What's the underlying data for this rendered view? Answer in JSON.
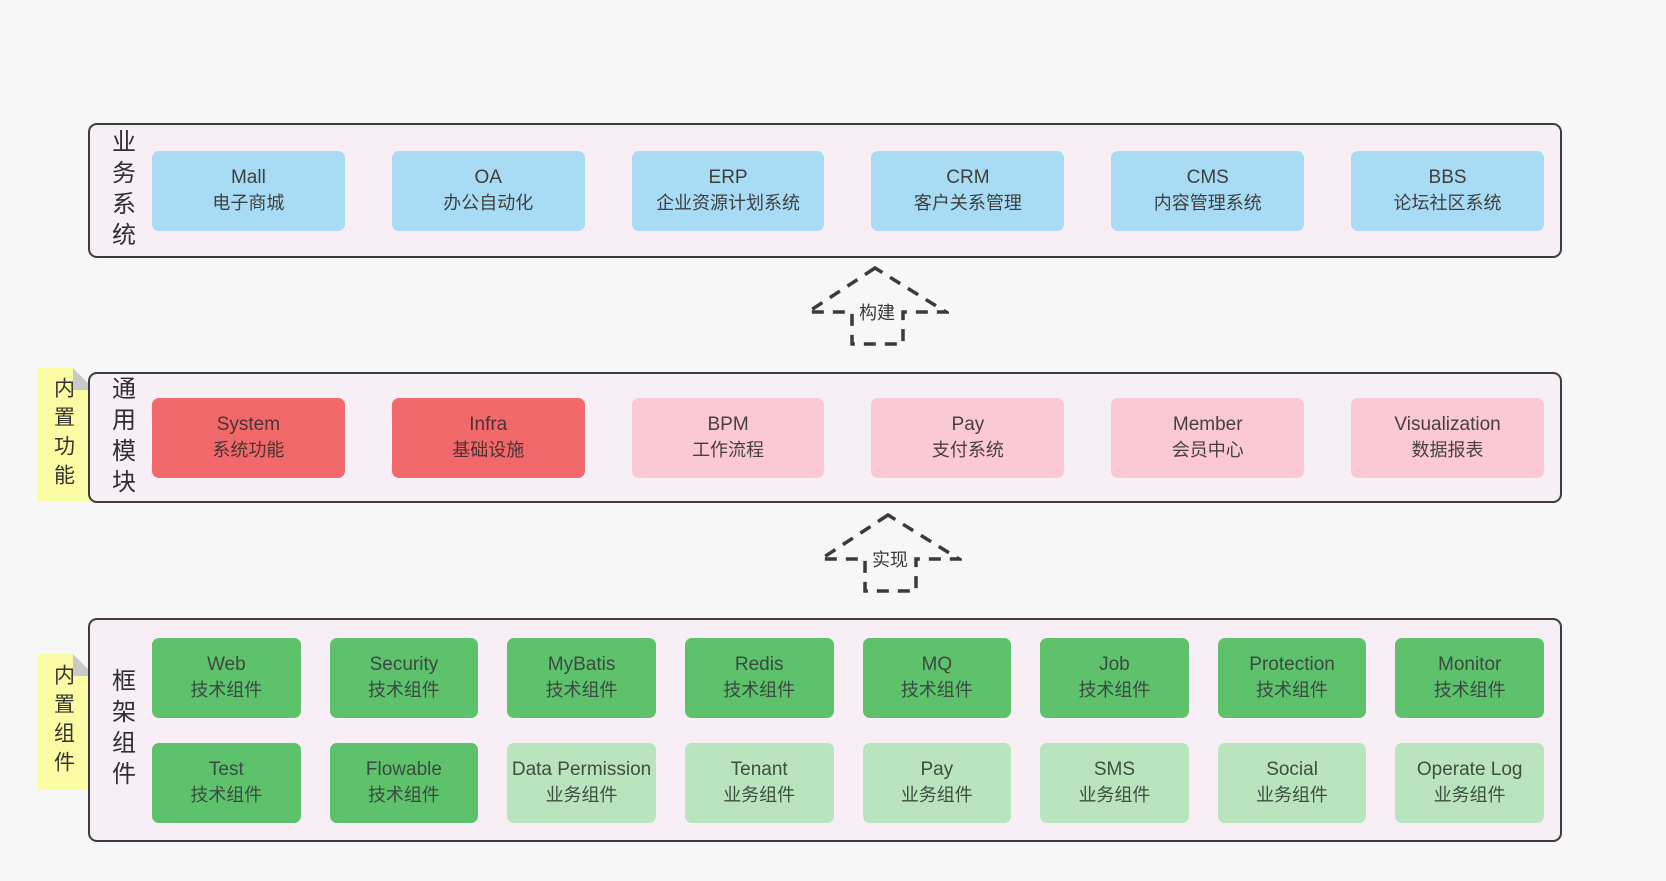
{
  "diagram": {
    "palette": {
      "blue": {
        "bg": "#a8dcf4",
        "text": "#3f3f3f"
      },
      "red": {
        "bg": "#f2696b",
        "text": "#4f3131"
      },
      "pink": {
        "bg": "#fbc9d3",
        "text": "#474040"
      },
      "green": {
        "bg": "#5ec26d",
        "text": "#3a4a3e"
      },
      "lightgreen": {
        "bg": "#bae4be",
        "text": "#3e4f42"
      }
    },
    "container_bg": "#f8eef6",
    "sticky_bg": "#fbfba3",
    "layers": [
      {
        "id": "business",
        "label": "业务系统",
        "rows": [
          [
            {
              "name": "Mall",
              "desc": "电子商城",
              "type": "blue"
            },
            {
              "name": "OA",
              "desc": "办公自动化",
              "type": "blue"
            },
            {
              "name": "ERP",
              "desc": "企业资源计划系统",
              "type": "blue"
            },
            {
              "name": "CRM",
              "desc": "客户关系管理",
              "type": "blue"
            },
            {
              "name": "CMS",
              "desc": "内容管理系统",
              "type": "blue"
            },
            {
              "name": "BBS",
              "desc": "论坛社区系统",
              "type": "blue"
            }
          ]
        ]
      },
      {
        "id": "modules",
        "label": "通用模块",
        "rows": [
          [
            {
              "name": "System",
              "desc": "系统功能",
              "type": "red"
            },
            {
              "name": "Infra",
              "desc": "基础设施",
              "type": "red"
            },
            {
              "name": "BPM",
              "desc": "工作流程",
              "type": "pink"
            },
            {
              "name": "Pay",
              "desc": "支付系统",
              "type": "pink"
            },
            {
              "name": "Member",
              "desc": "会员中心",
              "type": "pink"
            },
            {
              "name": "Visualization",
              "desc": "数据报表",
              "type": "pink"
            }
          ]
        ]
      },
      {
        "id": "framework",
        "label": "框架组件",
        "rows": [
          [
            {
              "name": "Web",
              "desc": "技术组件",
              "type": "green"
            },
            {
              "name": "Security",
              "desc": "技术组件",
              "type": "green"
            },
            {
              "name": "MyBatis",
              "desc": "技术组件",
              "type": "green"
            },
            {
              "name": "Redis",
              "desc": "技术组件",
              "type": "green"
            },
            {
              "name": "MQ",
              "desc": "技术组件",
              "type": "green"
            },
            {
              "name": "Job",
              "desc": "技术组件",
              "type": "green"
            },
            {
              "name": "Protection",
              "desc": "技术组件",
              "type": "green"
            },
            {
              "name": "Monitor",
              "desc": "技术组件",
              "type": "green"
            }
          ],
          [
            {
              "name": "Test",
              "desc": "技术组件",
              "type": "green"
            },
            {
              "name": "Flowable",
              "desc": "技术组件",
              "type": "green"
            },
            {
              "name": "Data Permission",
              "desc": "业务组件",
              "type": "lightgreen"
            },
            {
              "name": "Tenant",
              "desc": "业务组件",
              "type": "lightgreen"
            },
            {
              "name": "Pay",
              "desc": "业务组件",
              "type": "lightgreen"
            },
            {
              "name": "SMS",
              "desc": "业务组件",
              "type": "lightgreen"
            },
            {
              "name": "Social",
              "desc": "业务组件",
              "type": "lightgreen"
            },
            {
              "name": "Operate Log",
              "desc": "业务组件",
              "type": "lightgreen"
            }
          ]
        ]
      }
    ],
    "stickies": [
      {
        "text": "内置功能"
      },
      {
        "text": "内置组件"
      }
    ],
    "arrows": [
      {
        "label": "构建"
      },
      {
        "label": "实现"
      }
    ]
  }
}
